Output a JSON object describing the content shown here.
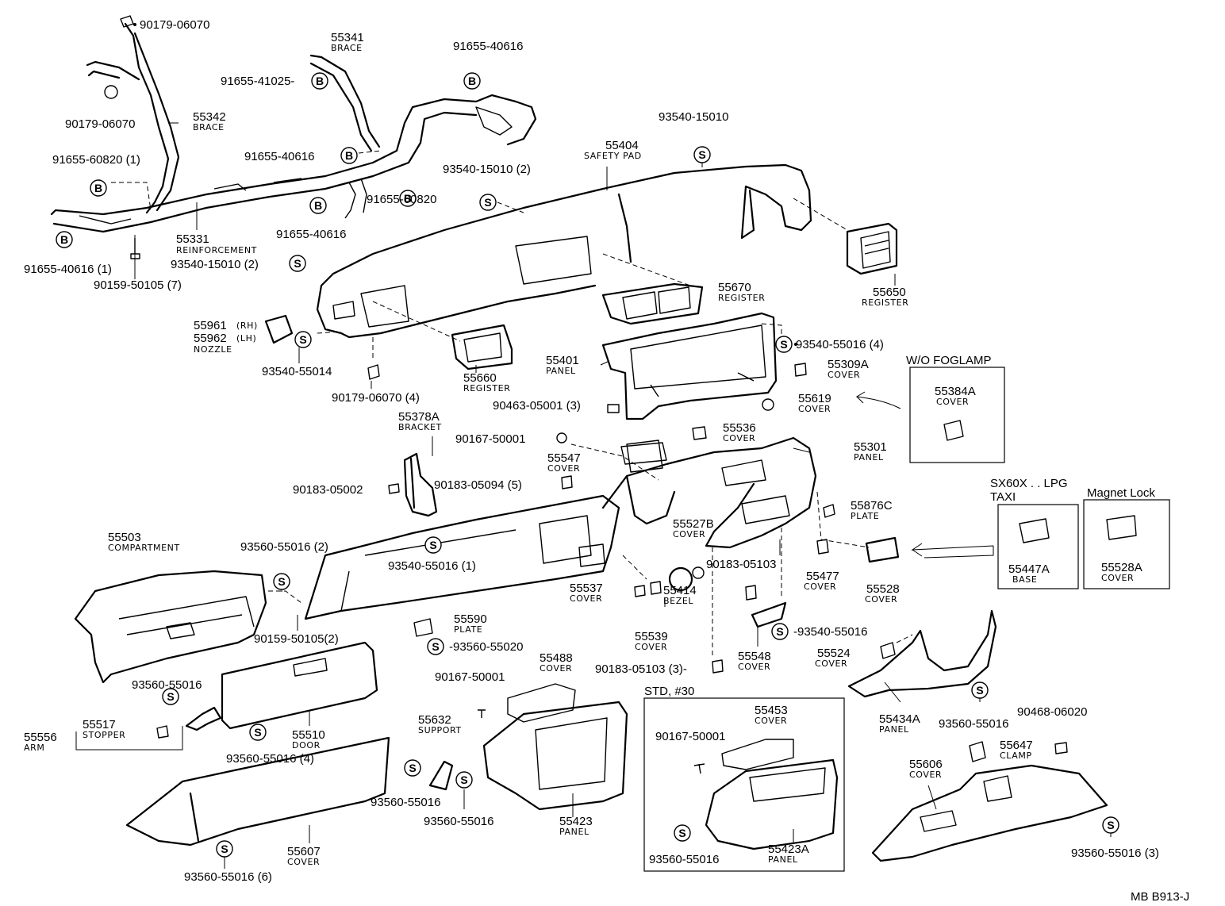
{
  "parts": [
    {
      "id": "p1",
      "text": "90179-06070",
      "sub": ""
    },
    {
      "id": "p2",
      "text": "55341",
      "sub": "BRACE"
    },
    {
      "id": "p3",
      "text": "91655-40616",
      "sub": ""
    },
    {
      "id": "p4",
      "text": "91655-41025-",
      "sub": ""
    },
    {
      "id": "p5",
      "text": "90179-06070",
      "sub": ""
    },
    {
      "id": "p6",
      "text": "55342",
      "sub": "BRACE"
    },
    {
      "id": "p7",
      "text": "93540-15010",
      "sub": ""
    },
    {
      "id": "p8",
      "text": "55404",
      "sub": "SAFETY PAD"
    },
    {
      "id": "p9",
      "text": "91655-40616",
      "sub": ""
    },
    {
      "id": "p10",
      "text": "91655-60820 (1)",
      "sub": ""
    },
    {
      "id": "p11",
      "text": "93540-15010 (2)",
      "sub": ""
    },
    {
      "id": "p12",
      "text": "91655-60820",
      "sub": ""
    },
    {
      "id": "p13",
      "text": "91655-40616",
      "sub": ""
    },
    {
      "id": "p14",
      "text": "55331",
      "sub": "REINFORCEMENT"
    },
    {
      "id": "p15",
      "text": "91655-40616 (1)",
      "sub": ""
    },
    {
      "id": "p16",
      "text": "93540-15010 (2)",
      "sub": ""
    },
    {
      "id": "p17",
      "text": "90159-50105 (7)",
      "sub": ""
    },
    {
      "id": "p18",
      "text": "55650",
      "sub": "REGISTER"
    },
    {
      "id": "p19",
      "text": "55670",
      "sub": "REGISTER"
    },
    {
      "id": "p20",
      "text": "55961",
      "sub": "(RH)"
    },
    {
      "id": "p21",
      "text": "55962",
      "sub": "(LH)"
    },
    {
      "id": "p21b",
      "text": "",
      "sub": "NOZZLE"
    },
    {
      "id": "p22",
      "text": "93540-55014",
      "sub": ""
    },
    {
      "id": "p23",
      "text": "55660",
      "sub": "REGISTER"
    },
    {
      "id": "p24",
      "text": "90179-06070 (4)",
      "sub": ""
    },
    {
      "id": "p25",
      "text": "93540-55016 (4)",
      "sub": ""
    },
    {
      "id": "p26",
      "text": "55401",
      "sub": "PANEL"
    },
    {
      "id": "p27",
      "text": "55309A",
      "sub": "COVER"
    },
    {
      "id": "p28",
      "text": "55619",
      "sub": "COVER"
    },
    {
      "id": "p29",
      "text": "90463-05001 (3)",
      "sub": ""
    },
    {
      "id": "p30",
      "text": "55378A",
      "sub": "BRACKET"
    },
    {
      "id": "p31",
      "text": "55536",
      "sub": "COVER"
    },
    {
      "id": "p32",
      "text": "90167-50001",
      "sub": ""
    },
    {
      "id": "p33",
      "text": "55301",
      "sub": "PANEL"
    },
    {
      "id": "p34",
      "text": "55547",
      "sub": "COVER"
    },
    {
      "id": "p35",
      "text": "90183-05002",
      "sub": ""
    },
    {
      "id": "p36",
      "text": "90183-05094 (5)",
      "sub": ""
    },
    {
      "id": "p37",
      "text": "55876C",
      "sub": "PLATE"
    },
    {
      "id": "p38",
      "text": "55503",
      "sub": "COMPARTMENT"
    },
    {
      "id": "p39",
      "text": "93560-55016 (2)",
      "sub": ""
    },
    {
      "id": "p40",
      "text": "55527B",
      "sub": "COVER"
    },
    {
      "id": "p41",
      "text": "93540-55016 (1)",
      "sub": ""
    },
    {
      "id": "p42",
      "text": "90183-05103",
      "sub": ""
    },
    {
      "id": "p43",
      "text": "55477",
      "sub": "COVER"
    },
    {
      "id": "p44",
      "text": "55528",
      "sub": "COVER"
    },
    {
      "id": "p45",
      "text": "55537",
      "sub": "COVER"
    },
    {
      "id": "p46",
      "text": "55414",
      "sub": "BEZEL"
    },
    {
      "id": "p47",
      "text": "55590",
      "sub": "PLATE"
    },
    {
      "id": "p48",
      "text": "90159-50105(2)",
      "sub": ""
    },
    {
      "id": "p49",
      "text": "-93540-55016",
      "sub": ""
    },
    {
      "id": "p50",
      "text": "55539",
      "sub": "COVER"
    },
    {
      "id": "p51",
      "text": "-93560-55020",
      "sub": ""
    },
    {
      "id": "p52",
      "text": "55548",
      "sub": "COVER"
    },
    {
      "id": "p53",
      "text": "55524",
      "sub": "COVER"
    },
    {
      "id": "p54",
      "text": "55488",
      "sub": "COVER"
    },
    {
      "id": "p55",
      "text": "90183-05103 (3)-",
      "sub": ""
    },
    {
      "id": "p56",
      "text": "93560-55016",
      "sub": ""
    },
    {
      "id": "p57",
      "text": "90167-50001",
      "sub": ""
    },
    {
      "id": "p58",
      "text": "55517",
      "sub": "STOPPER"
    },
    {
      "id": "p59",
      "text": "55556",
      "sub": "ARM"
    },
    {
      "id": "p60",
      "text": "55510",
      "sub": "DOOR"
    },
    {
      "id": "p61",
      "text": "93560-55016 (4)",
      "sub": ""
    },
    {
      "id": "p62",
      "text": "55632",
      "sub": "SUPPORT"
    },
    {
      "id": "p63",
      "text": "55453",
      "sub": "COVER"
    },
    {
      "id": "p64",
      "text": "90167-50001",
      "sub": ""
    },
    {
      "id": "p65",
      "text": "55434A",
      "sub": "PANEL"
    },
    {
      "id": "p66",
      "text": "93560-55016",
      "sub": ""
    },
    {
      "id": "p67",
      "text": "90468-06020",
      "sub": ""
    },
    {
      "id": "p68",
      "text": "55647",
      "sub": "CLAMP"
    },
    {
      "id": "p69",
      "text": "55606",
      "sub": "COVER"
    },
    {
      "id": "p70",
      "text": "93560-55016",
      "sub": ""
    },
    {
      "id": "p71",
      "text": "93560-55016",
      "sub": ""
    },
    {
      "id": "p72",
      "text": "55423",
      "sub": "PANEL"
    },
    {
      "id": "p73",
      "text": "55607",
      "sub": "COVER"
    },
    {
      "id": "p74",
      "text": "93560-55016 (6)",
      "sub": ""
    },
    {
      "id": "p75",
      "text": "93560-55016",
      "sub": ""
    },
    {
      "id": "p76",
      "text": "55423A",
      "sub": "PANEL"
    },
    {
      "id": "p77",
      "text": "93560-55016 (3)",
      "sub": ""
    },
    {
      "id": "p78",
      "text": "55384A",
      "sub": "COVER"
    },
    {
      "id": "p79",
      "text": "55447A",
      "sub": "BASE"
    },
    {
      "id": "p80",
      "text": "55528A",
      "sub": "COVER"
    }
  ],
  "boxes": {
    "wo_foglamp": "W/O FOGLAMP",
    "sx60x_line1": "SX60X . . LPG",
    "sx60x_line2": "TAXI",
    "magnet_lock": "Magnet Lock",
    "std30": "STD, #30"
  },
  "symbols": {
    "bolt": "B",
    "screw": "S"
  },
  "diagram_code": "MB B913-J"
}
